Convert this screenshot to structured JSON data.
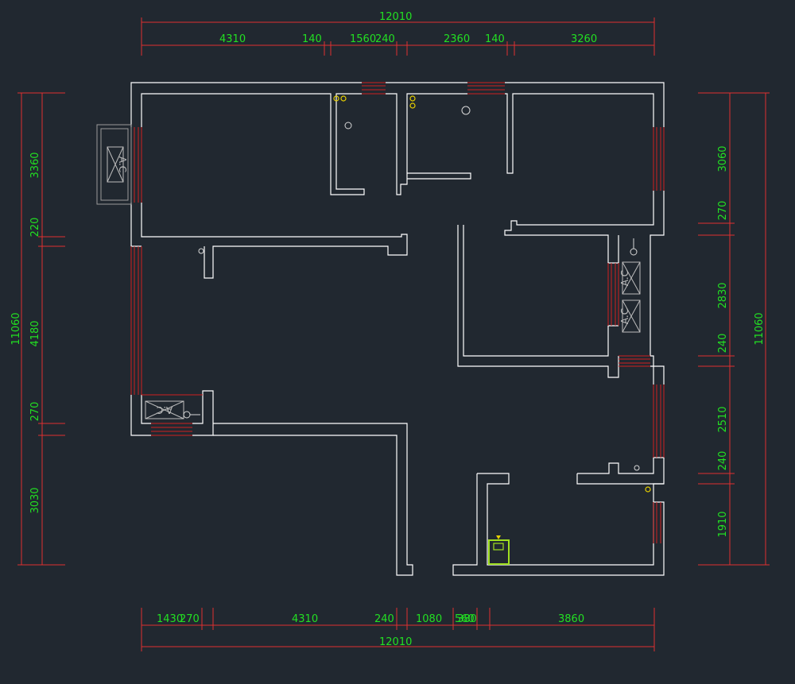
{
  "dimensions": {
    "top_total": "12010",
    "top_segments": [
      "4310",
      "140",
      "1560",
      "240",
      "2360",
      "140",
      "3260"
    ],
    "bottom_total": "12010",
    "bottom_segments": [
      "1430",
      "270",
      "4310",
      "240",
      "1080",
      "560",
      "380",
      "3860"
    ],
    "left_total": "11060",
    "left_segments": [
      "3360",
      "220",
      "4180",
      "270",
      "3030"
    ],
    "right_total": "11060",
    "right_segments": [
      "3060",
      "270",
      "2830",
      "240",
      "2510",
      "240",
      "1910"
    ]
  },
  "ac_units": [
    "A.C",
    "A.C",
    "A.C",
    "A.C"
  ],
  "colors": {
    "background": "#212830",
    "walls": "#ffffff",
    "dimension_lines": "#e03030",
    "dimension_text": "#22e022",
    "windows": "#d02020",
    "fixtures_yellow": "#e8d000",
    "highlight_green": "#a0e020"
  }
}
